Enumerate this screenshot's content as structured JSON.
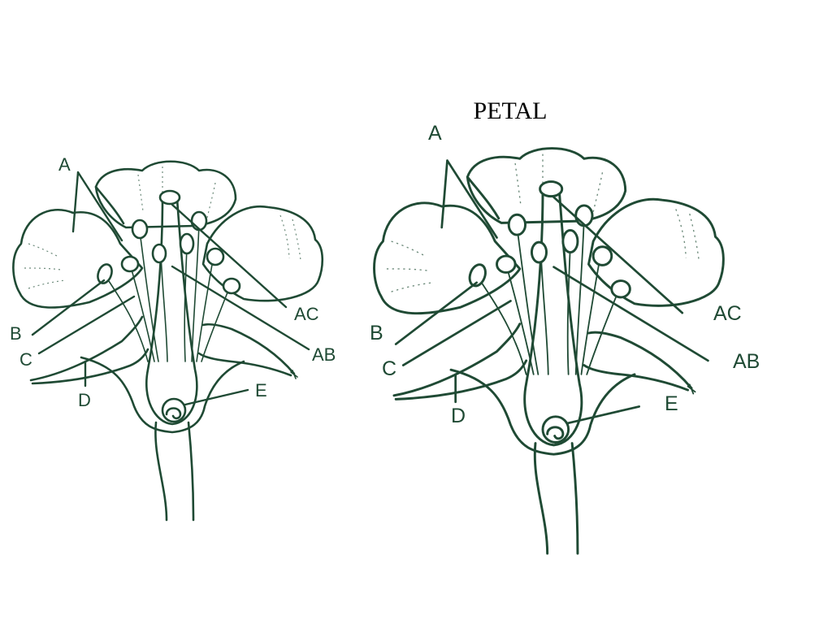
{
  "heading": "PETAL",
  "colors": {
    "ink": "#1f4a34",
    "background": "#ffffff",
    "heading": "#000000"
  },
  "left_diagram": {
    "labels": {
      "A": "A",
      "AC": "AC",
      "AB": "AB",
      "B": "B",
      "C": "C",
      "D": "D",
      "E": "E"
    }
  },
  "right_diagram": {
    "labels": {
      "A": "A",
      "AC": "AC",
      "AB": "AB",
      "B": "B",
      "C": "C",
      "D": "D",
      "E": "E"
    }
  }
}
